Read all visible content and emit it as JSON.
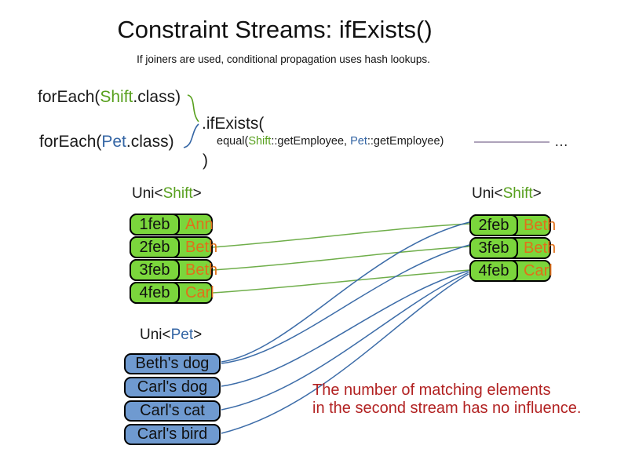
{
  "slide": {
    "title": "Constraint Streams: ifExists()",
    "subtitle": "If joiners are used, conditional propagation uses hash lookups."
  },
  "code": {
    "foreach_shift": {
      "pre": "forEach(",
      "type": "Shift",
      "post": ".class)"
    },
    "foreach_pet": {
      "pre": "forEach(",
      "type": "Pet",
      "post": ".class)"
    },
    "if_exists": ".ifExists(",
    "equal": {
      "pre": "equal(",
      "type1": "Shift",
      "mid": "::getEmployee, ",
      "type2": "Pet",
      "post": "::getEmployee)"
    },
    "close_paren": ")",
    "ellipsis": "…"
  },
  "left_shift_table": {
    "header": {
      "pre": "Uni<",
      "type": "Shift",
      "post": ">"
    },
    "rows": [
      {
        "date": "1feb",
        "name": "Ann"
      },
      {
        "date": "2feb",
        "name": "Beth"
      },
      {
        "date": "3feb",
        "name": "Beth"
      },
      {
        "date": "4feb",
        "name": "Carl"
      }
    ]
  },
  "right_shift_table": {
    "header": {
      "pre": "Uni<",
      "type": "Shift",
      "post": ">"
    },
    "rows": [
      {
        "date": "2feb",
        "name": "Beth"
      },
      {
        "date": "3feb",
        "name": "Beth"
      },
      {
        "date": "4feb",
        "name": "Carl"
      }
    ]
  },
  "pet_table": {
    "header": {
      "pre": "Uni<",
      "type": "Pet",
      "post": ">"
    },
    "rows": [
      "Beth's dog",
      "Carl's dog",
      "Carl's cat",
      "Carl's bird"
    ]
  },
  "note": {
    "line1": "The number of matching elements",
    "line2": "in the second stream has no influence."
  },
  "colors": {
    "shift_box_green": "#7bd63c",
    "pet_box_blue": "#6f9ad0",
    "employee_name_orange": "#e0701a",
    "shift_type_green": "#58a01e",
    "pet_type_blue": "#3465a4",
    "note_red": "#b22222",
    "shift_connector_green": "#6fae4a",
    "pet_connector_blue": "#3c6ca8",
    "joiner_line_purple": "#7e6c91"
  }
}
